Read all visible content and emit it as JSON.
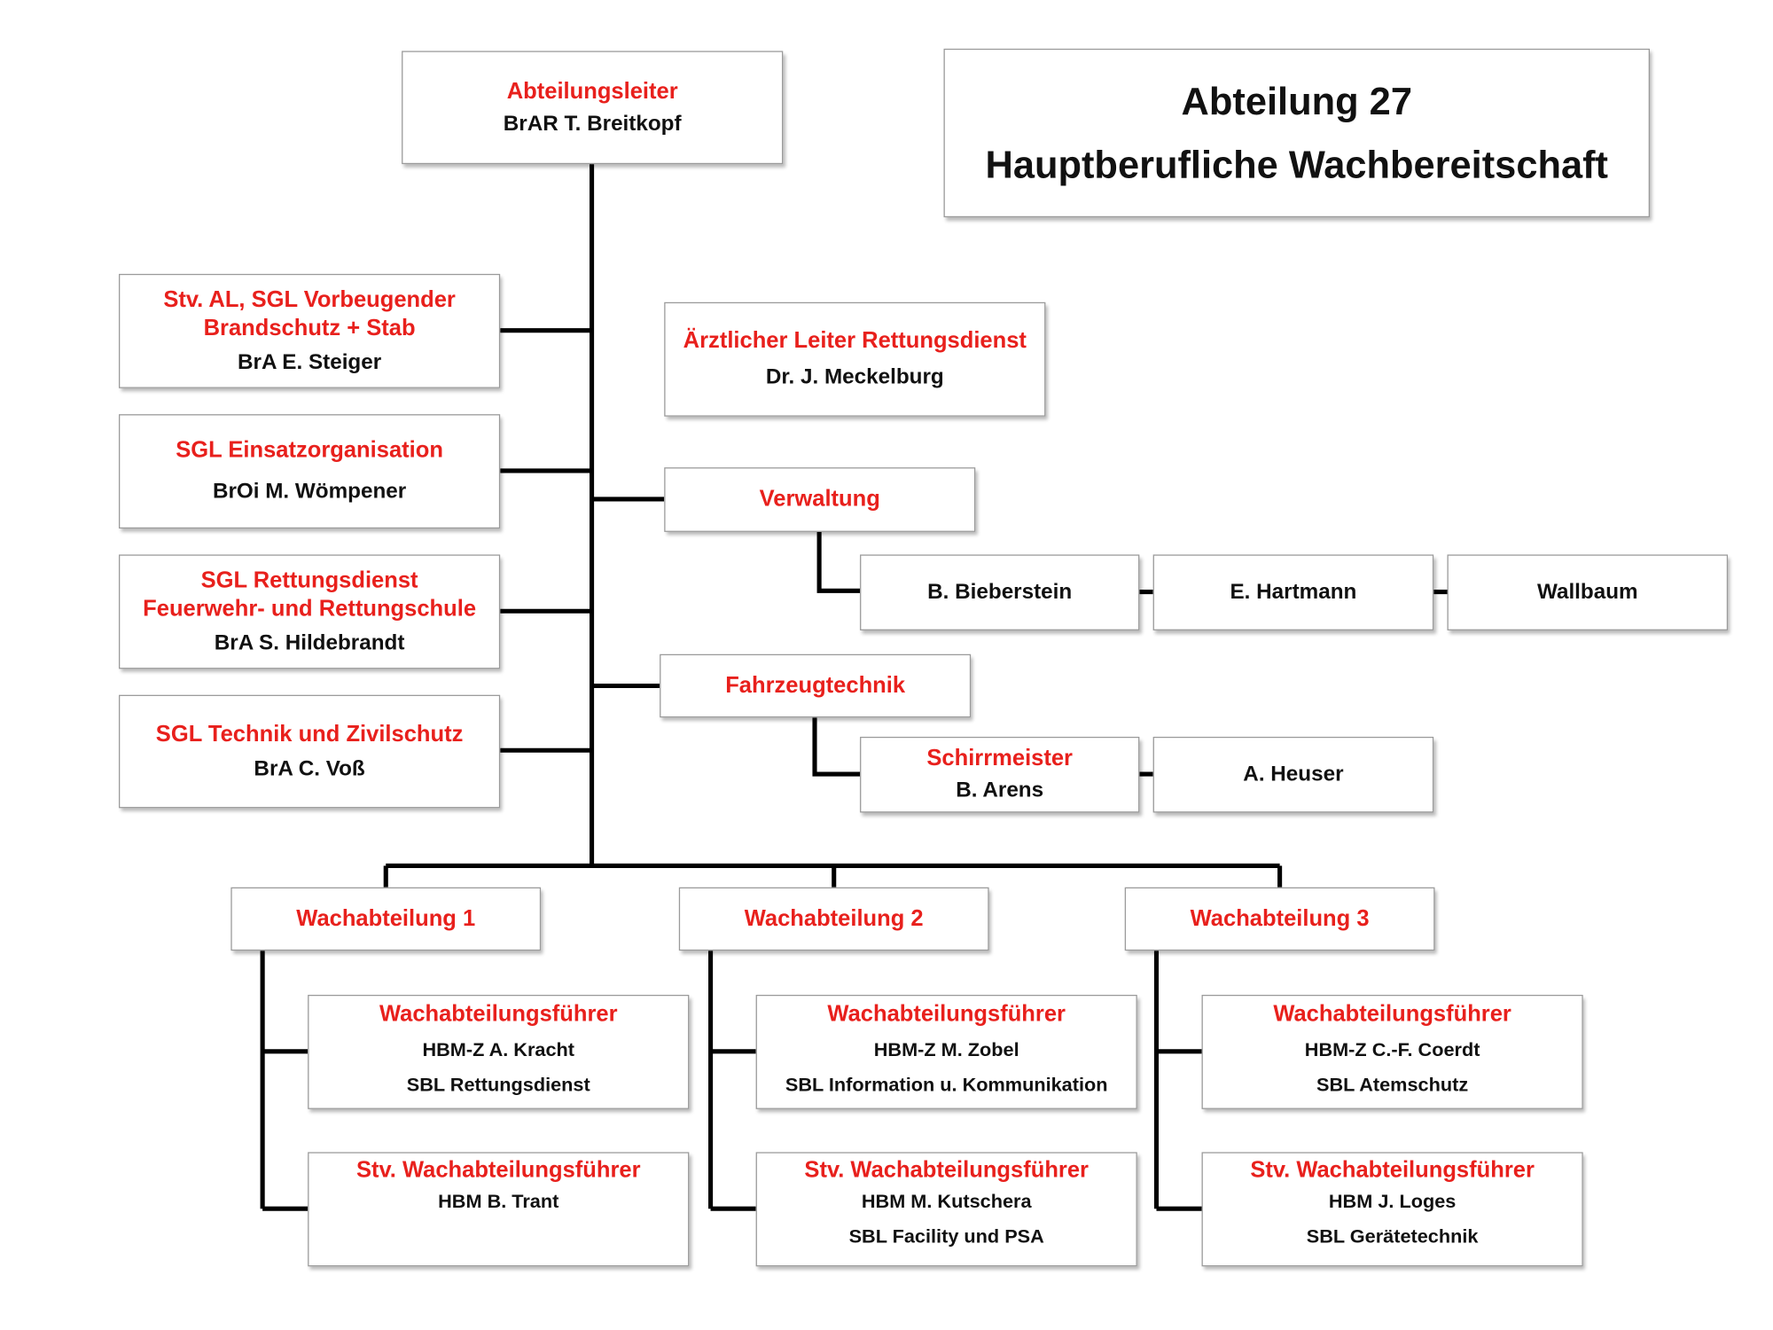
{
  "header": {
    "line1": "Abteilung 27",
    "line2": "Hauptberufliche Wachbereitschaft"
  },
  "head": {
    "title": "Abteilungsleiter",
    "name": "BrAR T. Breitkopf"
  },
  "left": [
    {
      "title1": "Stv. AL, SGL Vorbeugender",
      "title2": "Brandschutz + Stab",
      "name": "BrA E. Steiger"
    },
    {
      "title1": "SGL Einsatzorganisation",
      "name": "BrOi M. Wömpener"
    },
    {
      "title1": "SGL Rettungsdienst",
      "title2": "Feuerwehr- und Rettungschule",
      "name": "BrA S. Hildebrandt"
    },
    {
      "title1": "SGL Technik und Zivilschutz",
      "name": "BrA C. Voß"
    }
  ],
  "right": {
    "medical": {
      "title": "Ärztlicher Leiter Rettungsdienst",
      "name": "Dr. J. Meckelburg"
    },
    "admin": {
      "title": "Verwaltung",
      "staff": [
        "B. Bieberstein",
        "E. Hartmann",
        "Wallbaum"
      ]
    },
    "vehicle": {
      "title": "Fahrzeugtechnik",
      "sub_title": "Schirrmeister",
      "sub_name": "B. Arens",
      "staff": [
        "A. Heuser"
      ]
    }
  },
  "divisions": [
    {
      "title": "Wachabteilung 1",
      "leader": {
        "title": "Wachabteilungsführer",
        "name": "HBM-Z A. Kracht",
        "role": "SBL Rettungsdienst"
      },
      "deputy": {
        "title": "Stv. Wachabteilungsführer",
        "name": "HBM B. Trant",
        "role": ""
      }
    },
    {
      "title": "Wachabteilung 2",
      "leader": {
        "title": "Wachabteilungsführer",
        "name": "HBM-Z M. Zobel",
        "role": "SBL Information u. Kommunikation"
      },
      "deputy": {
        "title": "Stv. Wachabteilungsführer",
        "name": "HBM M. Kutschera",
        "role": "SBL Facility und PSA"
      }
    },
    {
      "title": "Wachabteilung 3",
      "leader": {
        "title": "Wachabteilungsführer",
        "name": "HBM-Z C.-F. Coerdt",
        "role": "SBL Atemschutz"
      },
      "deputy": {
        "title": "Stv. Wachabteilungsführer",
        "name": "HBM J. Loges",
        "role": "SBL Gerätetechnik"
      }
    }
  ],
  "colors": {
    "title_red": "#e8201c",
    "text": "#111111",
    "line": "#000000"
  }
}
